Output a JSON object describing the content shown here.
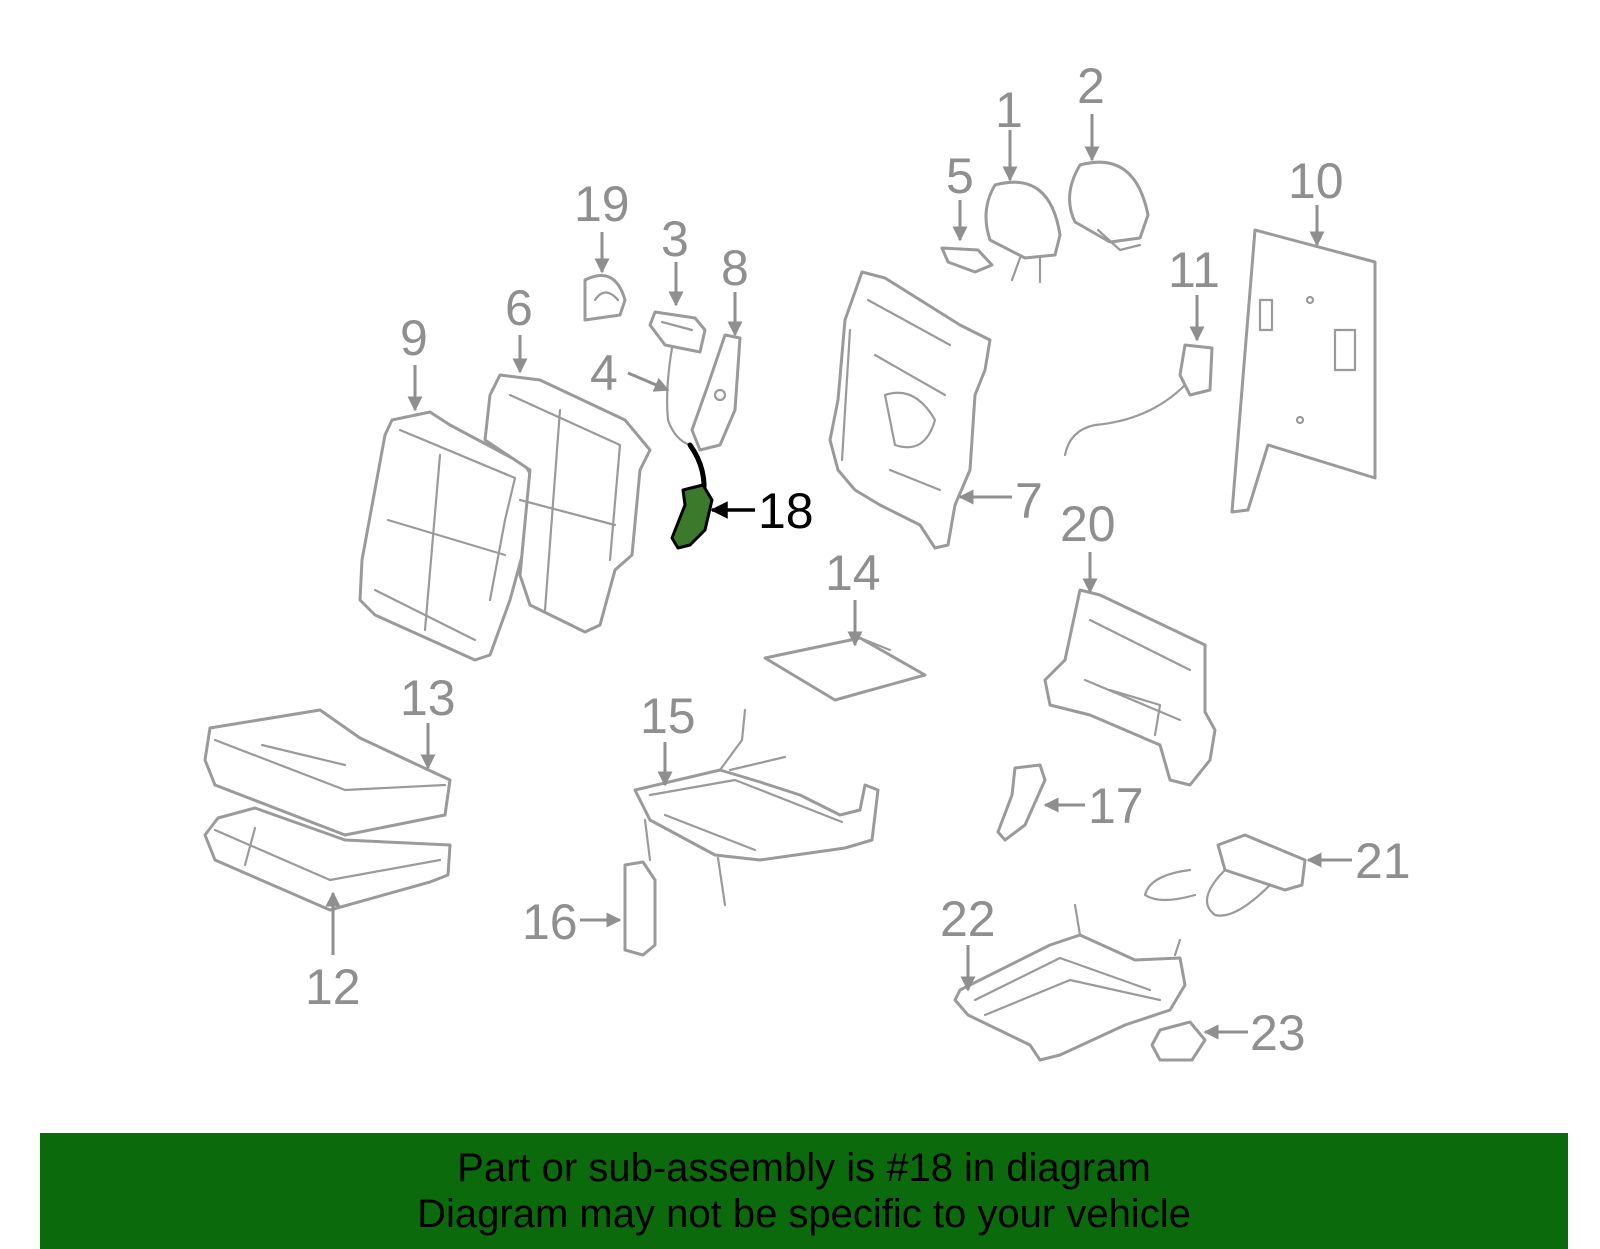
{
  "diagram": {
    "highlight_color": "#3b7a2a",
    "banner_color": "#0b6a0b",
    "highlighted_part": "18",
    "callouts": [
      {
        "id": "1",
        "text": "1"
      },
      {
        "id": "2",
        "text": "2"
      },
      {
        "id": "3",
        "text": "3"
      },
      {
        "id": "4",
        "text": "4"
      },
      {
        "id": "5",
        "text": "5"
      },
      {
        "id": "6",
        "text": "6"
      },
      {
        "id": "7",
        "text": "7"
      },
      {
        "id": "8",
        "text": "8"
      },
      {
        "id": "9",
        "text": "9"
      },
      {
        "id": "10",
        "text": "10"
      },
      {
        "id": "11",
        "text": "11"
      },
      {
        "id": "12",
        "text": "12"
      },
      {
        "id": "13",
        "text": "13"
      },
      {
        "id": "14",
        "text": "14"
      },
      {
        "id": "15",
        "text": "15"
      },
      {
        "id": "16",
        "text": "16"
      },
      {
        "id": "17",
        "text": "17"
      },
      {
        "id": "18",
        "text": "18"
      },
      {
        "id": "19",
        "text": "19"
      },
      {
        "id": "20",
        "text": "20"
      },
      {
        "id": "21",
        "text": "21"
      },
      {
        "id": "22",
        "text": "22"
      },
      {
        "id": "23",
        "text": "23"
      }
    ]
  },
  "banner": {
    "line1": "Part or sub-assembly is #18 in diagram",
    "line2": "Diagram may not be specific to your vehicle"
  }
}
